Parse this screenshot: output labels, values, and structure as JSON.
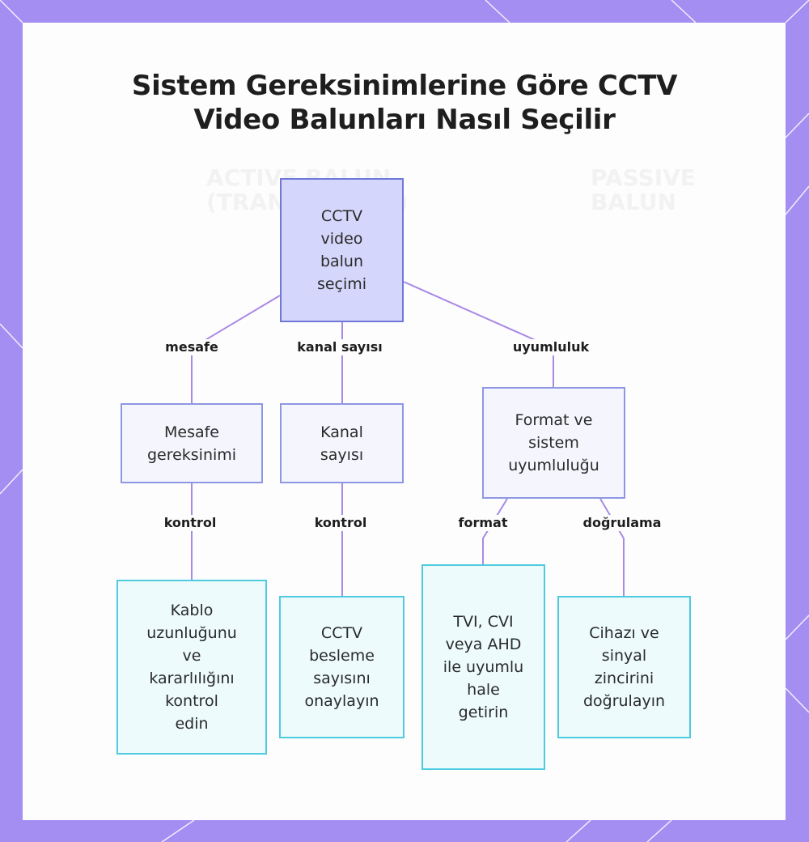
{
  "title": {
    "line1": "Sistem Gereksinimlerine Göre CCTV",
    "line2": "Video Balunları Nasıl Seçilir"
  },
  "colors": {
    "frame": "#a48ef2",
    "root_fill": "#d5d6fb",
    "root_border": "#6f78d8",
    "mid_fill": "#f5f6fd",
    "mid_border": "#8e97e3",
    "leaf_fill": "#edfbfd",
    "leaf_border": "#4fcbe0",
    "edge": "#a88ae6"
  },
  "nodes": {
    "root": "CCTV\nvideo\nbalun\nseçimi",
    "distance": "Mesafe\ngereksinimi",
    "channels": "Kanal\nsayısı",
    "compat": "Format ve\nsistem\nuyumluluğu",
    "cable": "Kablo\nuzunluğunu\nve\nkararlılığını\nkontrol\nedin",
    "feeds": "CCTV\nbesleme\nsayısını\nonaylayın",
    "format_match": "TVI, CVI\nveya AHD\nile uyumlu\nhale\ngetirin",
    "verify": "Cihazı ve\nsinyal\nzincirini\ndoğrulayın"
  },
  "edges": {
    "root_distance": "mesafe",
    "root_channels": "kanal sayısı",
    "root_compat": "uyumluluk",
    "distance_cable": "kontrol",
    "channels_feeds": "kontrol",
    "compat_format": "format",
    "compat_verify": "doğrulama"
  }
}
